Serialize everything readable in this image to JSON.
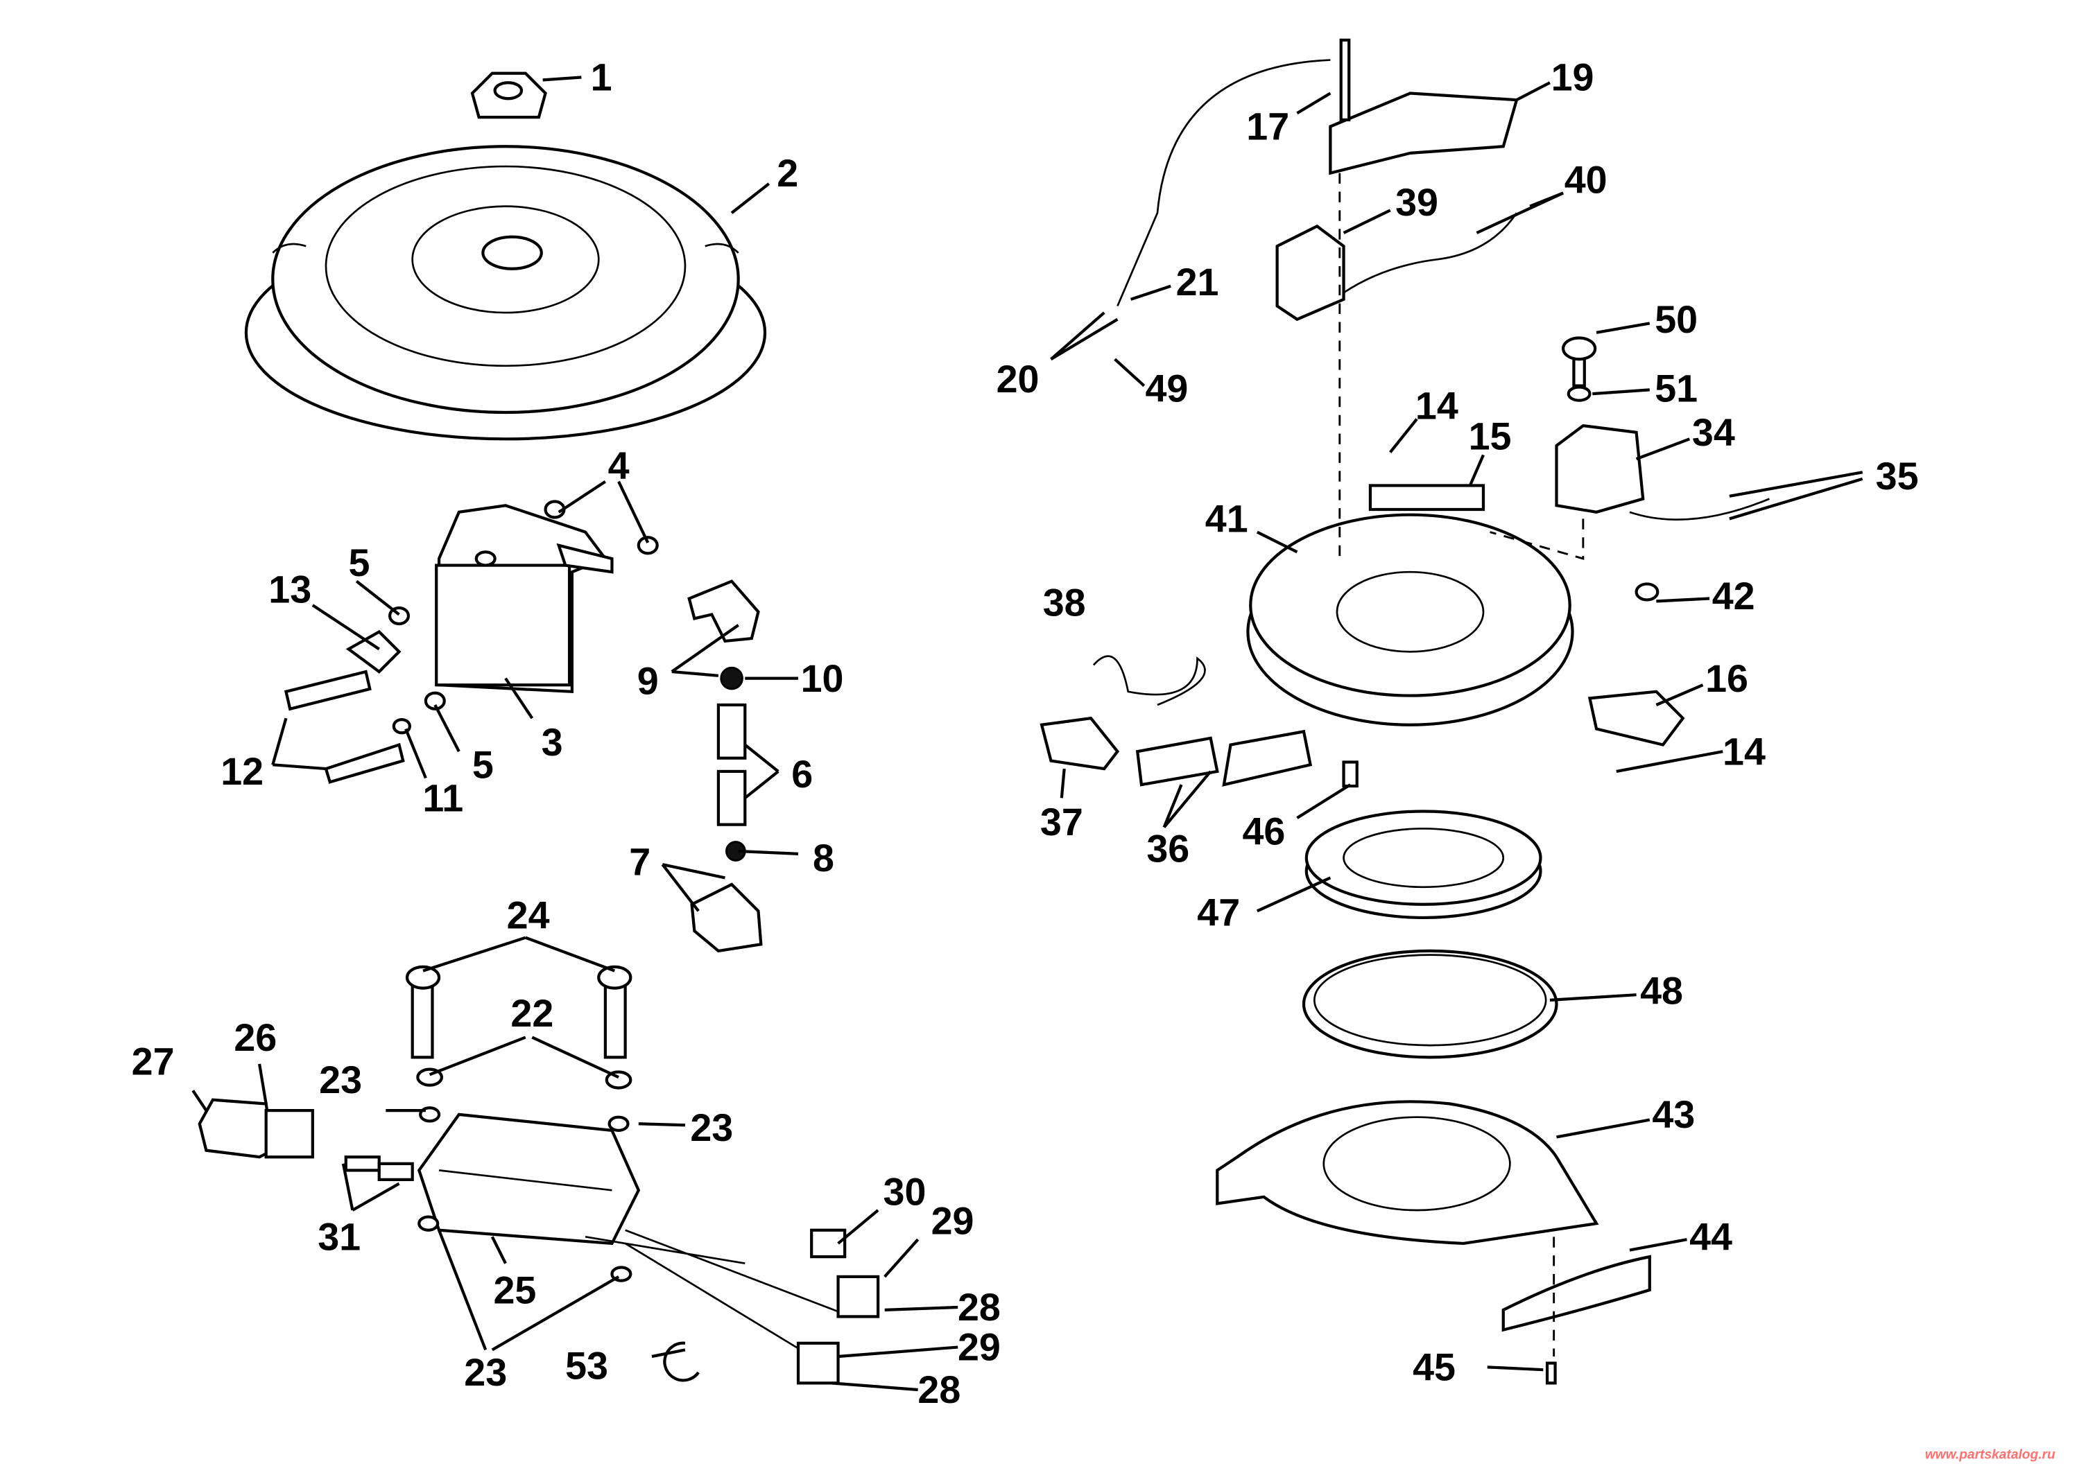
{
  "title": "Ignition system parts diagram",
  "callouts": [
    "1",
    "2",
    "4",
    "5",
    "13",
    "9",
    "10",
    "3",
    "12",
    "11",
    "5",
    "6",
    "7",
    "8",
    "24",
    "22",
    "27",
    "26",
    "23",
    "23",
    "31",
    "30",
    "29",
    "25",
    "28",
    "29",
    "23",
    "53",
    "28",
    "17",
    "19",
    "39",
    "40",
    "21",
    "20",
    "49",
    "50",
    "51",
    "14",
    "15",
    "34",
    "35",
    "41",
    "38",
    "42",
    "16",
    "14",
    "37",
    "36",
    "46",
    "47",
    "48",
    "43",
    "44",
    "45"
  ],
  "watermark": "www.partskatalog.ru"
}
